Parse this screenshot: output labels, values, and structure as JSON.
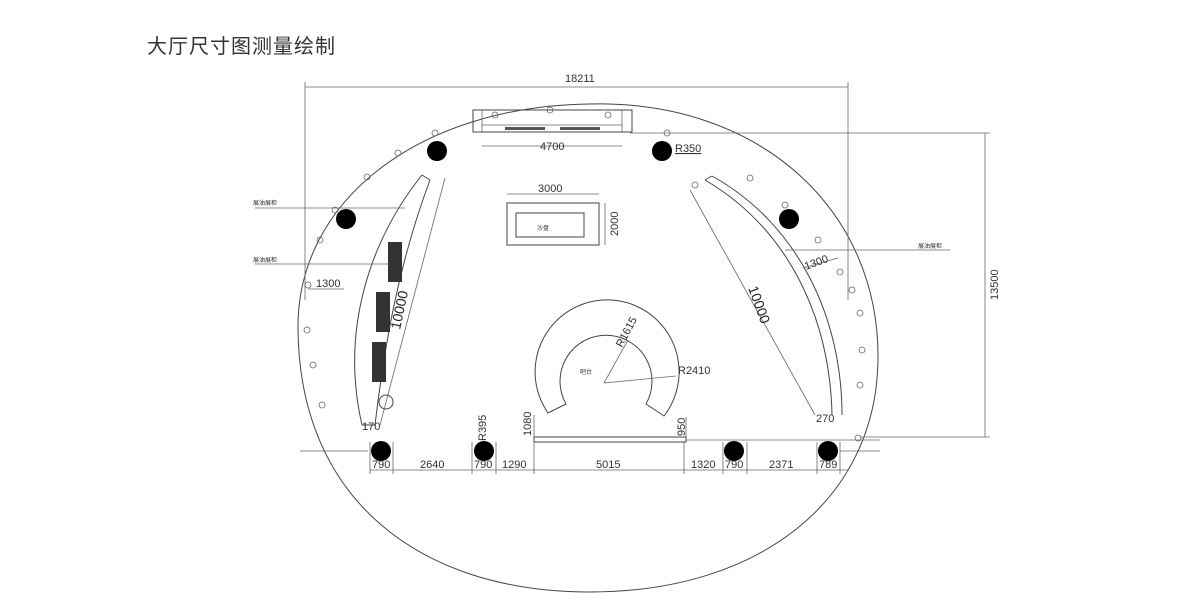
{
  "title": "大厅尺寸图测量绘制",
  "dimensions": {
    "overall_width": "18211",
    "overall_depth": "13500",
    "screen_width": "4700",
    "column_radius": "R350",
    "sand_table_width": "3000",
    "sand_table_depth": "2000",
    "showcase_offset_left": "1300",
    "showcase_offset_right": "1300",
    "showcase_length_left": "10000",
    "showcase_length_right": "10000",
    "bar_inner_radius": "R1615",
    "bar_outer_radius": "R2410",
    "counter_left_height": "1080",
    "counter_right_height": "950",
    "small_column_radius": "R395",
    "gap_left": "170",
    "gap_right": "270",
    "bottom_row": [
      "790",
      "2640",
      "790",
      "1290",
      "5015",
      "1320",
      "790",
      "2371",
      "789"
    ]
  },
  "labels": {
    "sand_table": "沙盘",
    "bar": "吧台",
    "showcase_left_1": "展油展柜",
    "showcase_left_2": "展油展柜",
    "showcase_right": "展油展柜"
  }
}
